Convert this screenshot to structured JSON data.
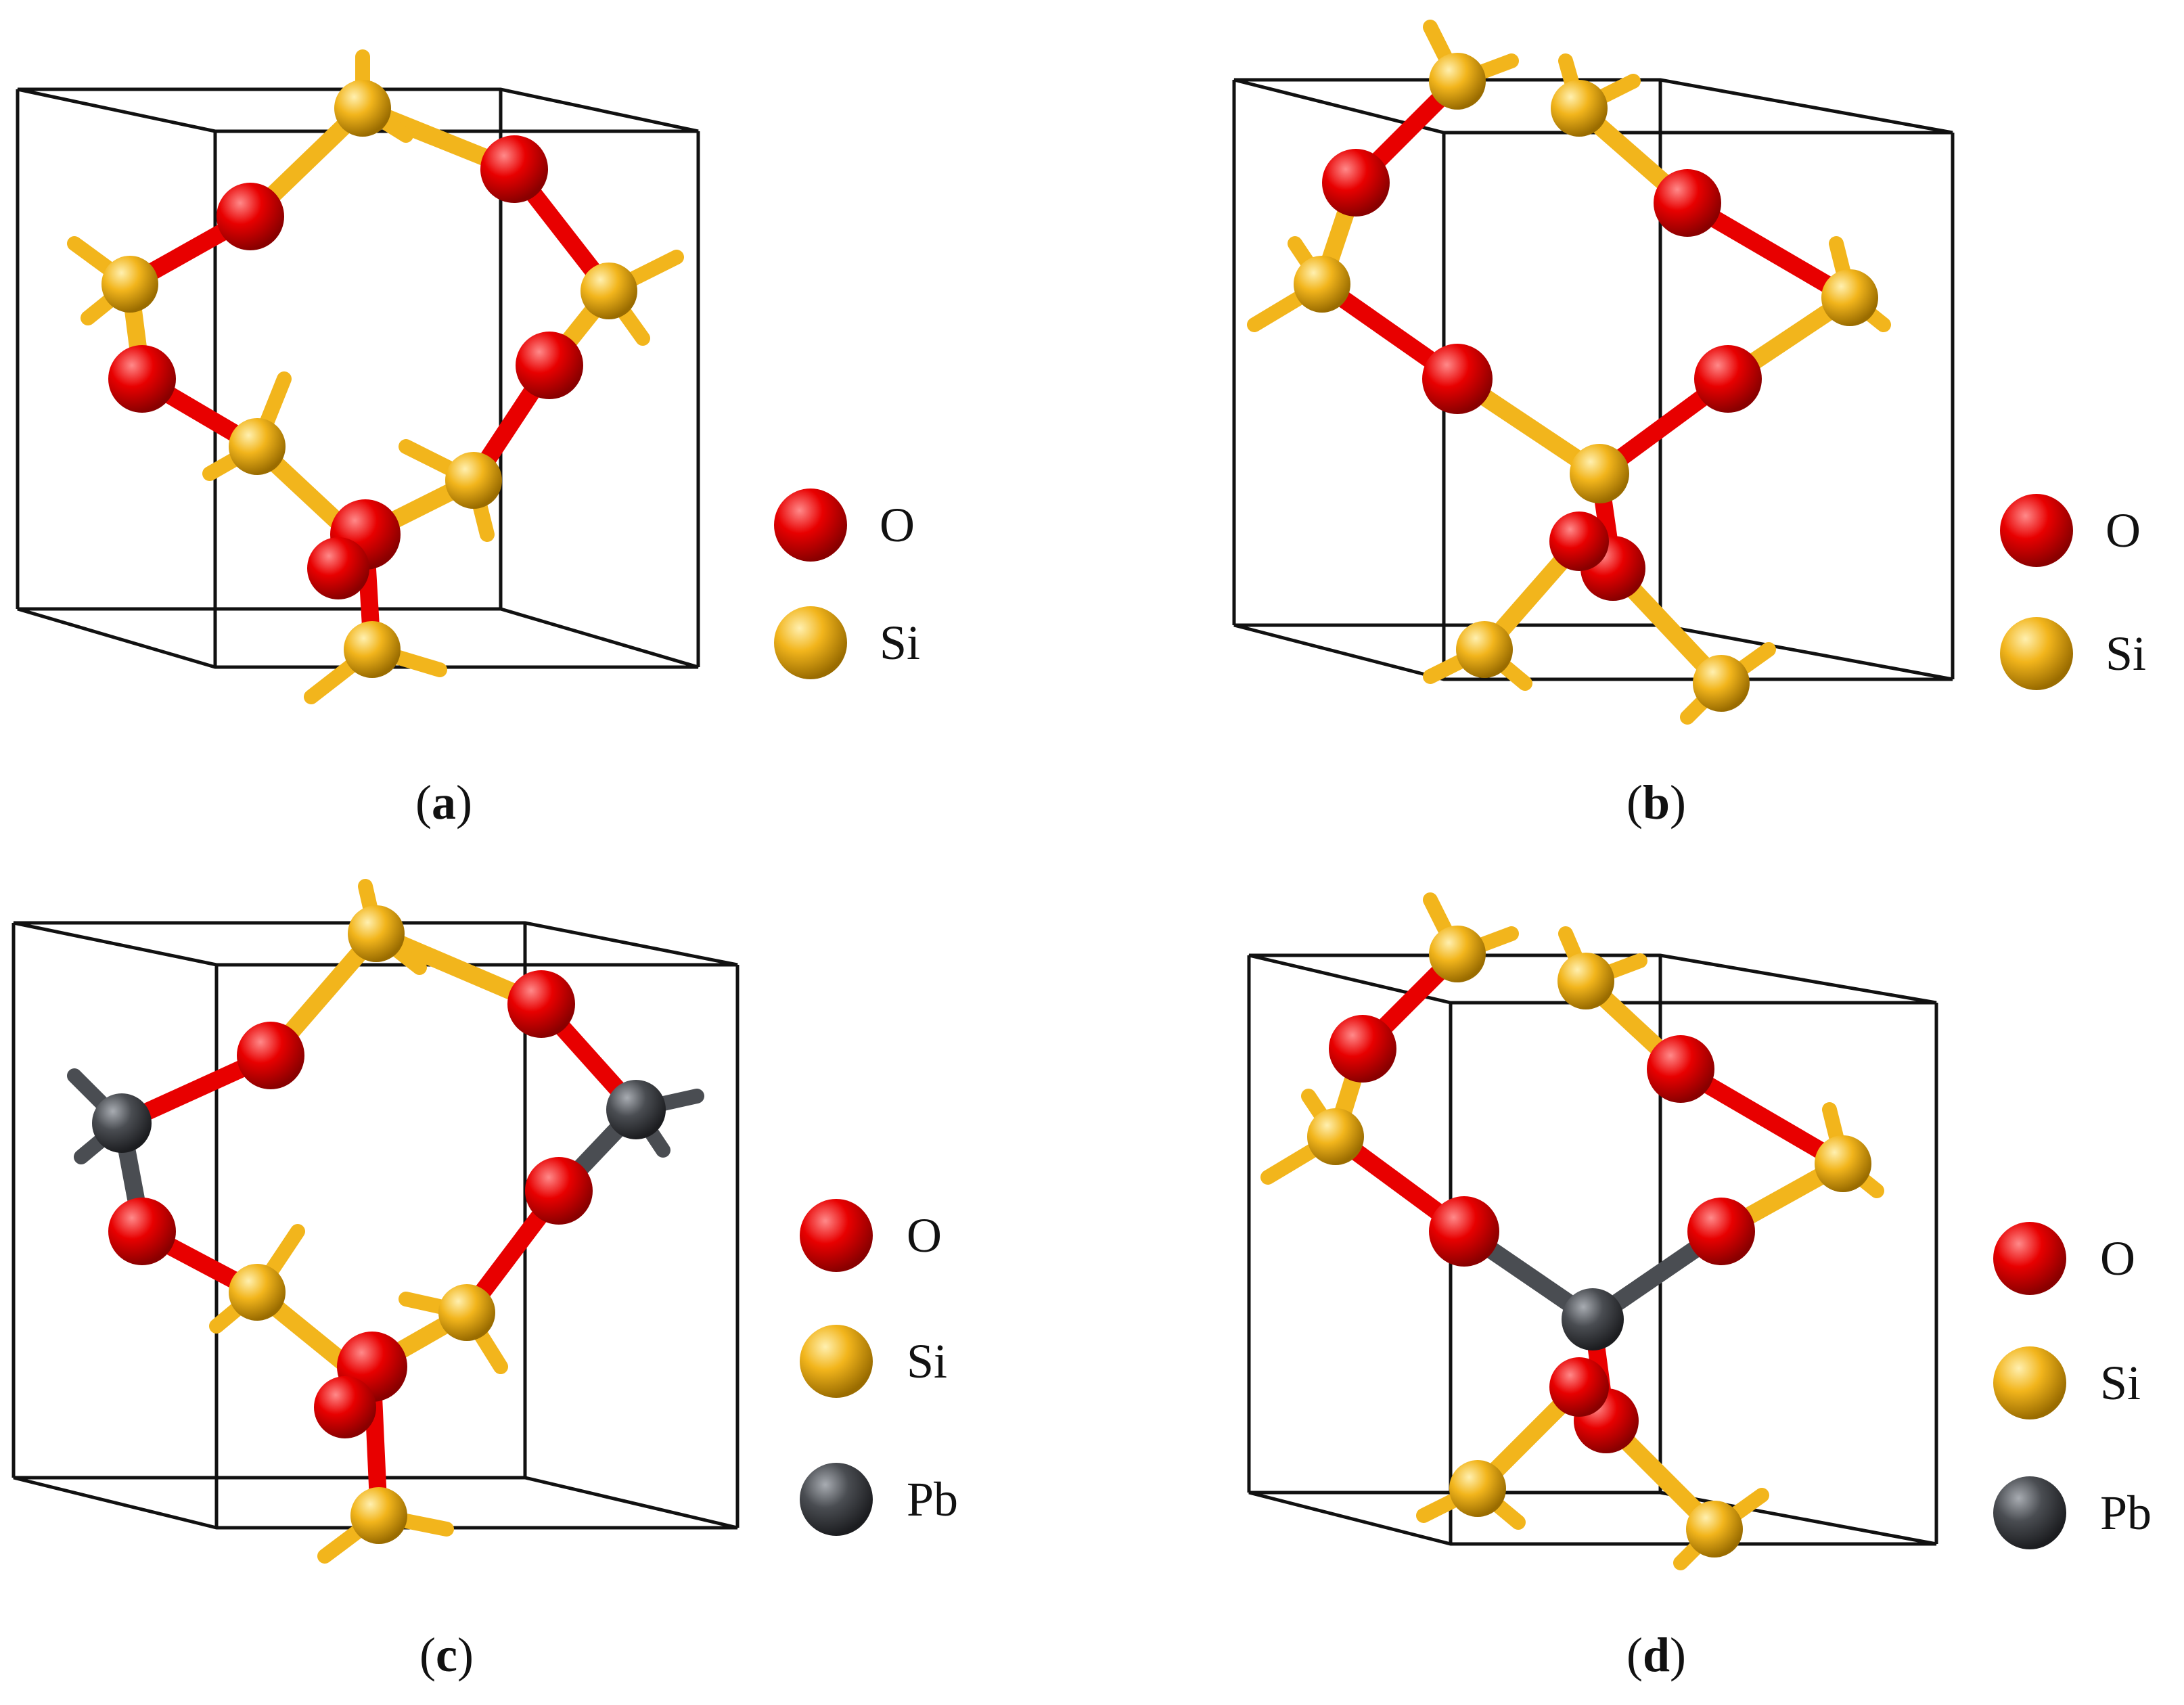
{
  "colors": {
    "oxygen": "#e80000",
    "silicon": "#f2b51c",
    "lead": "#4a4d52",
    "cell_edge": "#111111",
    "background": "#ffffff"
  },
  "legend_labels": {
    "oxygen": "O",
    "silicon": "Si",
    "lead": "Pb"
  },
  "panels": [
    {
      "id": "a",
      "caption_letter": "a",
      "legend": [
        "O",
        "Si"
      ]
    },
    {
      "id": "b",
      "caption_letter": "b",
      "legend": [
        "O",
        "Si"
      ]
    },
    {
      "id": "c",
      "caption_letter": "c",
      "legend": [
        "O",
        "Si",
        "Pb"
      ]
    },
    {
      "id": "d",
      "caption_letter": "d",
      "legend": [
        "O",
        "Si",
        "Pb"
      ]
    }
  ]
}
